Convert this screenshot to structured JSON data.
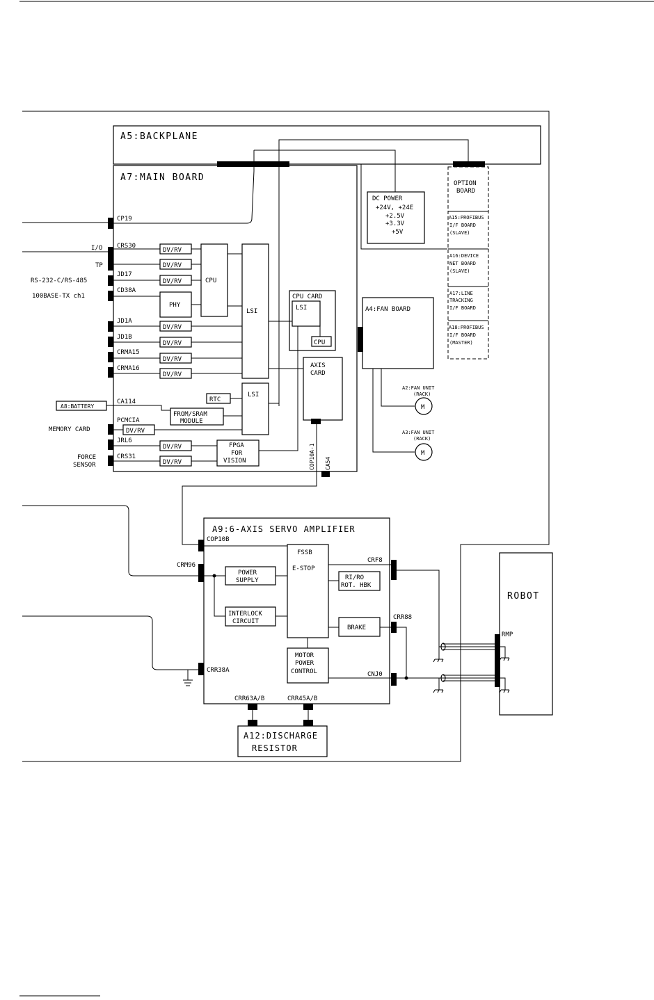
{
  "backplane": {
    "label": "A5:BACKPLANE"
  },
  "main_board": {
    "label": "A7:MAIN BOARD",
    "connectors": {
      "cp19": "CP19",
      "crs30": "CRS30",
      "jd17": "JD17",
      "cd38a": "CD38A",
      "jd1a": "JD1A",
      "jd1b": "JD1B",
      "crma15": "CRMA15",
      "crma16": "CRMA16",
      "ca114": "CA114",
      "pcmcia": "PCMCIA",
      "jrl6": "JRL6",
      "crs31": "CRS31",
      "cop10a1": "COP10A-1",
      "ca54": "CA54"
    },
    "dvrv": "DV/RV",
    "cpu": "CPU",
    "phy": "PHY",
    "lsi": "LSI",
    "rtc": "RTC",
    "from_sram": [
      "FROM/SRAM",
      "MODULE"
    ],
    "fpga": [
      "FPGA",
      "FOR",
      "VISION"
    ],
    "cpu_card": {
      "title": "CPU CARD",
      "lsi": "LSI",
      "cpu": "CPU"
    },
    "axis_card": [
      "AXIS",
      "CARD"
    ]
  },
  "external_labels": {
    "io": "I/O",
    "tp": "TP",
    "rs232": "RS-232-C/RS-485",
    "ethernet": "100BASE-TX ch1",
    "battery": "A8:BATTERY",
    "memory_card": "MEMORY CARD",
    "force_sensor": [
      "FORCE",
      "SENSOR"
    ]
  },
  "dc_power": {
    "title": "DC POWER",
    "lines": [
      "+24V, +24E",
      "+2.5V",
      "+3.3V",
      "+5V"
    ]
  },
  "option_boards": [
    {
      "lines": [
        "OPTION",
        "BOARD"
      ]
    },
    {
      "lines": [
        "A15:PROFIBUS",
        "I/F BOARD",
        "(SLAVE)"
      ]
    },
    {
      "lines": [
        "A16:DEVICE",
        "NET BOARD",
        "(SLAVE)"
      ]
    },
    {
      "lines": [
        "A17:LINE",
        "TRACKING",
        "I/F BOARD"
      ]
    },
    {
      "lines": [
        "A18:PROFIBUS",
        "I/F BOARD",
        "(MASTER)"
      ]
    }
  ],
  "fan_board": {
    "label": "A4:FAN BOARD"
  },
  "fan_units": [
    {
      "lines": [
        "A2:FAN UNIT",
        "(RACK)"
      ],
      "motor": "M"
    },
    {
      "lines": [
        "A3:FAN UNIT",
        "(RACK)"
      ],
      "motor": "M"
    }
  ],
  "servo": {
    "label": "A9:6-AXIS SERVO AMPLIFIER",
    "connectors": {
      "cop10b": "COP10B",
      "crm96": "CRM96",
      "crr38a": "CRR38A",
      "crf8": "CRF8",
      "crr88": "CRR88",
      "cnj0": "CNJ0",
      "crr63": "CRR63A/B",
      "crr45": "CRR45A/B"
    },
    "fssb": "FSSB",
    "estop": "E-STOP",
    "power_supply": [
      "POWER",
      "SUPPLY"
    ],
    "interlock": [
      "INTERLOCK",
      "CIRCUIT"
    ],
    "rirorot": [
      "RI/RO",
      "ROT. HBK"
    ],
    "brake": "BRAKE",
    "motor_power": [
      "MOTOR",
      "POWER",
      "CONTROL"
    ]
  },
  "discharge": {
    "lines": [
      "A12:DISCHARGE",
      "RESISTOR"
    ]
  },
  "robot": {
    "label": "ROBOT",
    "connector": "RMP"
  }
}
